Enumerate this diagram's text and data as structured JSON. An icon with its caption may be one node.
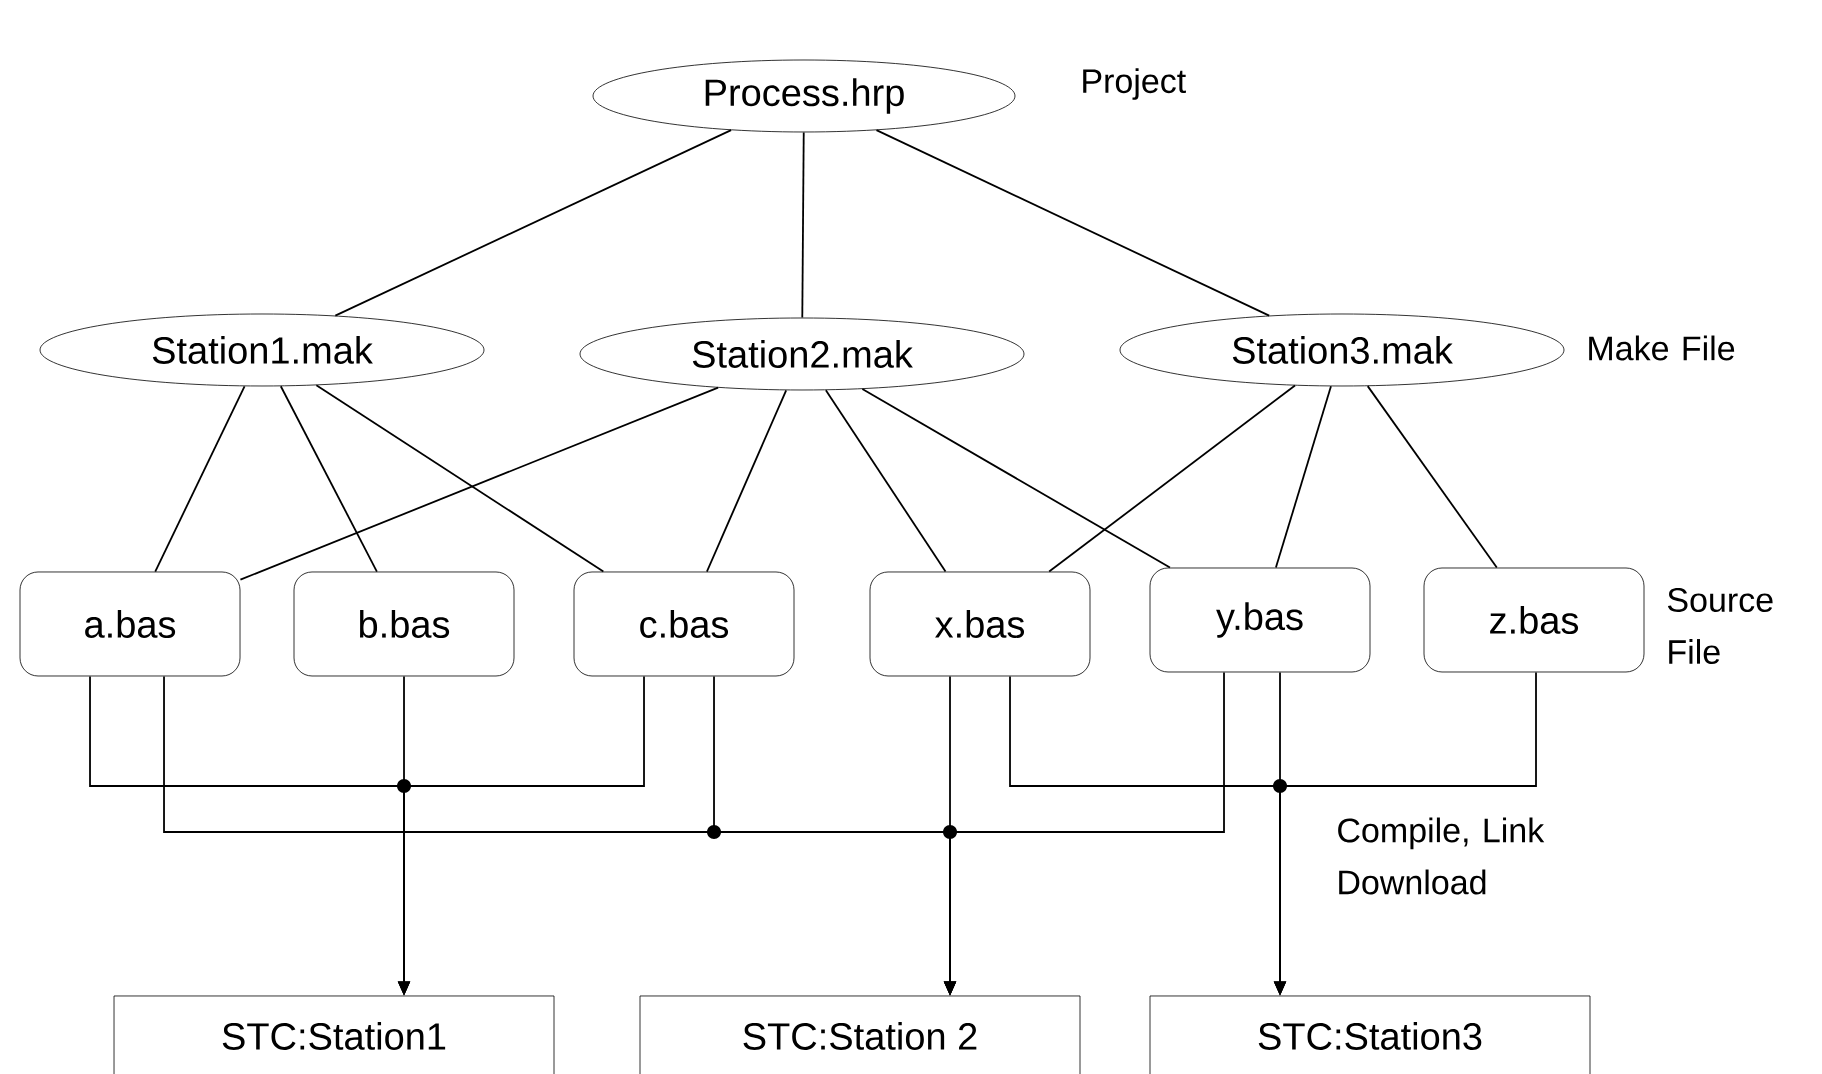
{
  "diagram": {
    "nodes": [
      {
        "text": [
          "Process.hrp"
        ]
      },
      {
        "text": [
          "Station1.mak"
        ]
      },
      {
        "text": [
          "Station2.mak"
        ]
      },
      {
        "text": [
          "Station3.mak"
        ]
      },
      {
        "text": [
          "a.bas"
        ]
      },
      {
        "text": [
          "b.bas"
        ]
      },
      {
        "text": [
          "c.bas"
        ]
      },
      {
        "text": [
          "x.bas"
        ]
      },
      {
        "text": [
          "y.bas"
        ]
      },
      {
        "text": [
          "z.bas"
        ]
      },
      {
        "text": [
          "STC:Station1"
        ]
      },
      {
        "text": [
          "STC:Station 2"
        ]
      },
      {
        "text": [
          "STC:Station3"
        ]
      }
    ],
    "edges": [
      {
        "from": 0,
        "to": 1,
        "arrow": "none"
      },
      {
        "from": 0,
        "to": 2,
        "arrow": "none"
      },
      {
        "from": 0,
        "to": 3,
        "arrow": "none"
      },
      {
        "from": 1,
        "to": 4,
        "arrow": "none"
      },
      {
        "from": 1,
        "to": 5,
        "arrow": "none"
      },
      {
        "from": 1,
        "to": 6,
        "arrow": "none"
      },
      {
        "from": 2,
        "to": 4,
        "arrow": "none"
      },
      {
        "from": 2,
        "to": 6,
        "arrow": "none"
      },
      {
        "from": 2,
        "to": 7,
        "arrow": "none"
      },
      {
        "from": 2,
        "to": 8,
        "arrow": "none"
      },
      {
        "from": 3,
        "to": 7,
        "arrow": "none"
      },
      {
        "from": 3,
        "to": 8,
        "arrow": "none"
      },
      {
        "from": 3,
        "to": 9,
        "arrow": "none"
      },
      {
        "from": 4,
        "to": 10,
        "arrow": "to"
      },
      {
        "from": 5,
        "to": 10,
        "arrow": "to"
      },
      {
        "from": 6,
        "to": 10,
        "arrow": "to"
      },
      {
        "from": 4,
        "to": 11,
        "arrow": "to"
      },
      {
        "from": 6,
        "to": 11,
        "arrow": "to"
      },
      {
        "from": 7,
        "to": 11,
        "arrow": "to"
      },
      {
        "from": 8,
        "to": 11,
        "arrow": "to"
      },
      {
        "from": 7,
        "to": 12,
        "arrow": "to"
      },
      {
        "from": 8,
        "to": 12,
        "arrow": "to"
      },
      {
        "from": 9,
        "to": 12,
        "arrow": "to"
      }
    ],
    "labels": [
      "Project",
      "Make File",
      "Source File",
      "Compile, Link Download"
    ]
  }
}
